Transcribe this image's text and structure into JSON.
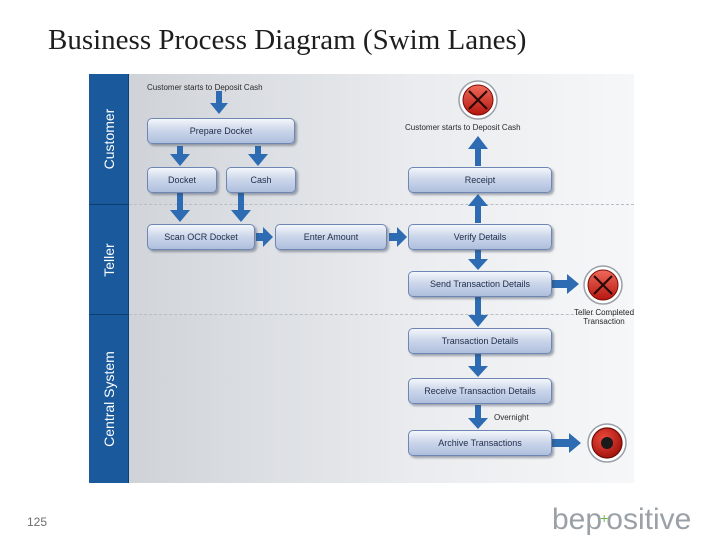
{
  "slide": {
    "title": "Business Process Diagram (Swim Lanes)",
    "page_number": "125",
    "logo_text": "bepositive",
    "logo_parts": [
      "bep",
      "+",
      "o",
      "sitive"
    ]
  },
  "lanes": {
    "customer": "Customer",
    "teller": "Teller",
    "central_system": "Central System"
  },
  "activities": {
    "prepare_docket": "Prepare Docket",
    "docket": "Docket",
    "cash": "Cash",
    "scan_ocr_docket": "Scan OCR Docket",
    "enter_amount": "Enter Amount",
    "verify_details": "Verify Details",
    "receipt": "Receipt",
    "send_transaction_details": "Send Transaction Details",
    "transaction_details": "Transaction Details",
    "receive_transaction_details": "Receive Transaction Details",
    "archive_transactions": "Archive Transactions"
  },
  "annotations": {
    "customer_starts_left": "Customer starts to Deposit Cash",
    "customer_starts_right": "Customer starts to Deposit Cash",
    "teller_completed": "Teller Completed Transaction",
    "overnight": "Overnight"
  },
  "colors": {
    "lane_bar": "#1a5a9c",
    "terminate_red": "#d8261e",
    "end_red": "#c8201a",
    "arrow_blue": "#2d6cb3"
  }
}
